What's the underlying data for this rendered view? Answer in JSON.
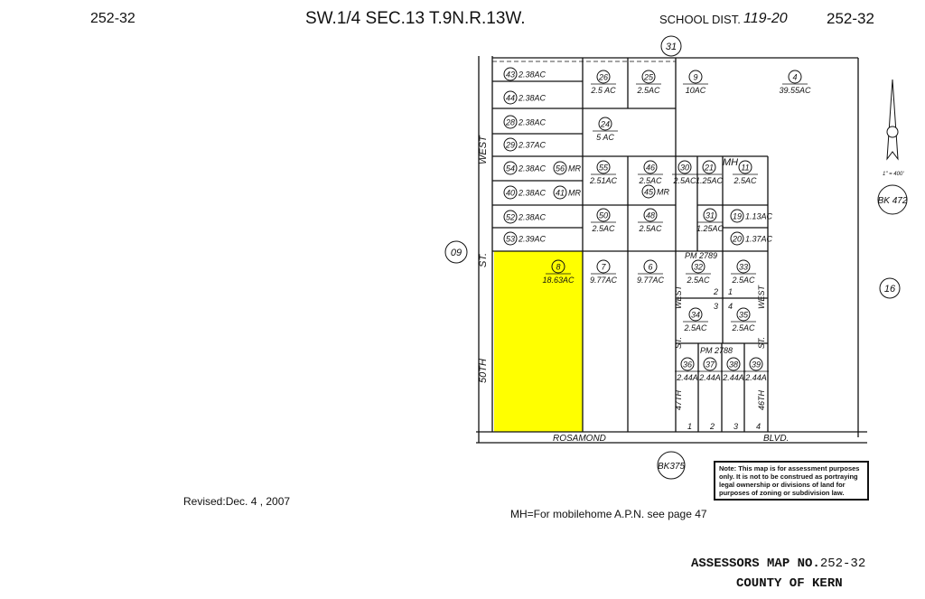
{
  "header": {
    "map_no_left": "252-32",
    "title": "SW.1/4 SEC.13 T.9N.R.13W.",
    "school_dist_label": "SCHOOL DIST.",
    "school_dist_value": "119-20",
    "map_no_right": "252-32"
  },
  "streets": {
    "west_50th": [
      "50TH",
      "ST.",
      "WEST"
    ],
    "west_47th": [
      "47TH",
      "ST.",
      "WEST"
    ],
    "west_46th": [
      "46TH",
      "ST.",
      "WEST"
    ],
    "blvd": [
      "ROSAMOND",
      "BLVD."
    ]
  },
  "adjacent_sections": {
    "north": "31",
    "west": "09",
    "east": "16"
  },
  "book_refs": {
    "east": "BK 472",
    "south": "BK375"
  },
  "scale": "1\" = 400'",
  "parcel_maps": [
    "PM 2789",
    "PM 2788"
  ],
  "mobilehome_marker": "MH",
  "highlight_color": "#ffff00",
  "parcels": [
    {
      "no": "43",
      "area": "2.38AC"
    },
    {
      "no": "44",
      "area": "2.38AC"
    },
    {
      "no": "28",
      "area": "2.38AC"
    },
    {
      "no": "29",
      "area": "2.37AC"
    },
    {
      "no": "54",
      "area": "2.38AC"
    },
    {
      "no": "56",
      "area": "MR"
    },
    {
      "no": "40",
      "area": "2.38AC"
    },
    {
      "no": "41",
      "area": "MR"
    },
    {
      "no": "52",
      "area": "2.38AC"
    },
    {
      "no": "53",
      "area": "2.39AC"
    },
    {
      "no": "26",
      "area": "2.5 AC"
    },
    {
      "no": "25",
      "area": "2.5AC"
    },
    {
      "no": "9",
      "area": "10AC"
    },
    {
      "no": "4",
      "area": "39.55AC"
    },
    {
      "no": "24",
      "area": "5 AC"
    },
    {
      "no": "55",
      "area": "2.51AC"
    },
    {
      "no": "46",
      "area": "2.5AC"
    },
    {
      "no": "45",
      "area": "MR"
    },
    {
      "no": "30",
      "area": "2.5AC"
    },
    {
      "no": "21",
      "area": "1.25AC"
    },
    {
      "no": "11",
      "area": "2.5AC"
    },
    {
      "no": "50",
      "area": "2.5AC"
    },
    {
      "no": "48",
      "area": "2.5AC"
    },
    {
      "no": "31",
      "area": "1.25AC"
    },
    {
      "no": "19",
      "area": "1.13AC"
    },
    {
      "no": "20",
      "area": "1.37AC"
    },
    {
      "no": "8",
      "area": "18.63AC"
    },
    {
      "no": "7",
      "area": "9.77AC"
    },
    {
      "no": "6",
      "area": "9.77AC"
    },
    {
      "no": "32",
      "area": "2.5AC"
    },
    {
      "no": "33",
      "area": "2.5AC"
    },
    {
      "no": "34",
      "area": "2.5AC"
    },
    {
      "no": "35",
      "area": "2.5AC"
    },
    {
      "no": "36",
      "area": "2.44A"
    },
    {
      "no": "37",
      "area": "2.44A"
    },
    {
      "no": "38",
      "area": "2.44A"
    },
    {
      "no": "39",
      "area": "2.44A"
    }
  ],
  "lot_numbers": [
    "2",
    "1",
    "3",
    "4",
    "1",
    "2",
    "3",
    "4"
  ],
  "revised": "Revised:Dec. 4 , 2007",
  "mh_note": "MH=For mobilehome A.P.N. see page 47",
  "disclaimer": "Note: This map is for assessment purposes only. It is not to be construed as portraying legal ownership or divisions of land for purposes of zoning or subdivision law.",
  "footer": {
    "map_no_label": "ASSESSORS MAP NO.",
    "map_no": "252-32",
    "county": "COUNTY OF KERN"
  }
}
